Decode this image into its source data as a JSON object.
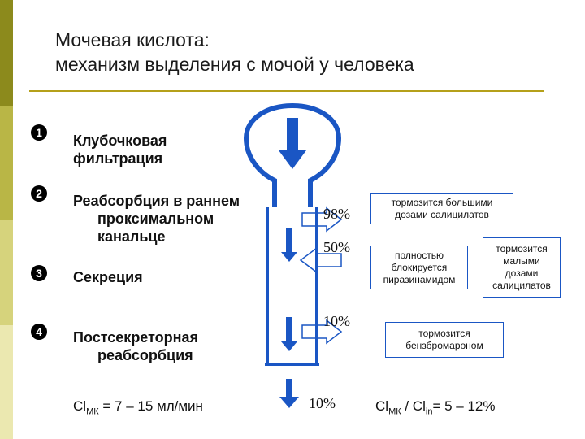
{
  "title": {
    "line1": "Мочевая кислота:",
    "line2": "механизм выделения с мочой у человека"
  },
  "steps": [
    {
      "num": "1",
      "line1": "Клубочковая",
      "line2": "фильтрация",
      "line3": ""
    },
    {
      "num": "2",
      "line1": "Реабсорбция в раннем",
      "line2": "проксимальном",
      "line3": "канальце"
    },
    {
      "num": "3",
      "line1": "Секреция",
      "line2": "",
      "line3": ""
    },
    {
      "num": "4",
      "line1": "Постсекреторная",
      "line2": "реабсорбция",
      "line3": ""
    }
  ],
  "clearance_left": {
    "prefix": "Cl",
    "sub": "МК",
    "suffix": " = 7 – 15 мл/мин"
  },
  "clearance_right": {
    "prefix": "Cl",
    "sub1": "МК",
    "mid": " / Cl",
    "sub2": "in",
    "suffix": "= 5 – 12%"
  },
  "percentages": {
    "p98": "98%",
    "p50": "50%",
    "p10a": "10%",
    "p10b": "10%"
  },
  "boxes": {
    "high_salicylates": {
      "line1": "тормозится большими",
      "line2": "дозами салицилатов"
    },
    "pyrazinamide": {
      "line1": "полностью",
      "line2": "блокируется",
      "line3": "пиразинамидом"
    },
    "low_salicylates": {
      "line1": "тормозится",
      "line2": "малыми",
      "line3": "дозами",
      "line4": "салицилатов"
    },
    "benzbromarone": {
      "line1": "тормозится",
      "line2": "бензбромароном"
    }
  },
  "colors": {
    "arrow": "#1a56c4",
    "outline": "#1a56c4",
    "sidebar_top": "#8c8a1c",
    "sidebar_bottom": "#e9e6a0"
  }
}
